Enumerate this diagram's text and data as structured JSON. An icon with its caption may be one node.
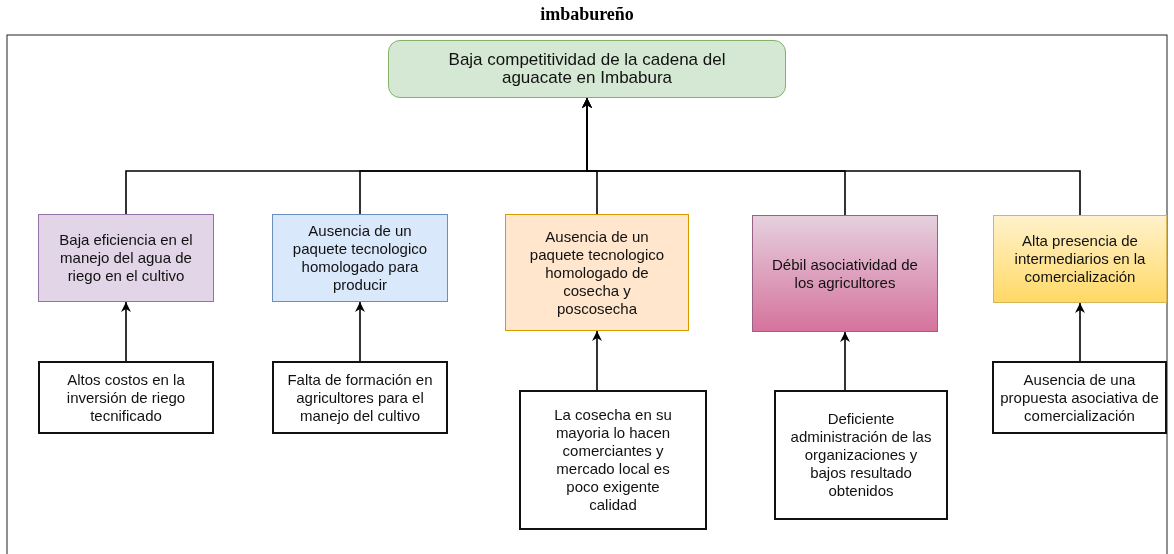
{
  "diagram": {
    "title": "imbabureño",
    "nodes": [
      {
        "text": [
          "Baja competitividad de la cadena del aguacate en Imbabura"
        ]
      },
      {
        "text": [
          "Baja eficiencia en el manejo del agua de riego en el cultivo"
        ]
      },
      {
        "text": [
          "Ausencia de un paquete tecnologico homologado para producir"
        ]
      },
      {
        "text": [
          "Ausencia de un paquete tecnologico homologado de cosecha y poscosecha"
        ]
      },
      {
        "text": [
          "Débil asociatividad de los agricultores"
        ]
      },
      {
        "text": [
          "Alta presencia de intermediarios en la comercialización"
        ]
      },
      {
        "text": [
          "Altos costos en la inversión de riego tecnificado"
        ]
      },
      {
        "text": [
          "Falta de formación en agricultores para el manejo del cultivo"
        ]
      },
      {
        "text": [
          "La cosecha en su mayoria lo hacen comerciantes y mercado local es poco exigente calidad"
        ]
      },
      {
        "text": [
          "Deficiente administración de las organizaciones y bajos resultado obtenidos"
        ]
      },
      {
        "text": [
          "Ausencia de una propuesta asociativa de comercialización"
        ]
      }
    ],
    "edges": [
      {
        "from": 1,
        "to": 0,
        "arrow": "to"
      },
      {
        "from": 2,
        "to": 0,
        "arrow": "to"
      },
      {
        "from": 3,
        "to": 0,
        "arrow": "to"
      },
      {
        "from": 4,
        "to": 0,
        "arrow": "to"
      },
      {
        "from": 5,
        "to": 0,
        "arrow": "to"
      },
      {
        "from": 6,
        "to": 1,
        "arrow": "to"
      },
      {
        "from": 7,
        "to": 2,
        "arrow": "to"
      },
      {
        "from": 8,
        "to": 3,
        "arrow": "to"
      },
      {
        "from": 9,
        "to": 4,
        "arrow": "to"
      },
      {
        "from": 10,
        "to": 5,
        "arrow": "to"
      }
    ]
  }
}
